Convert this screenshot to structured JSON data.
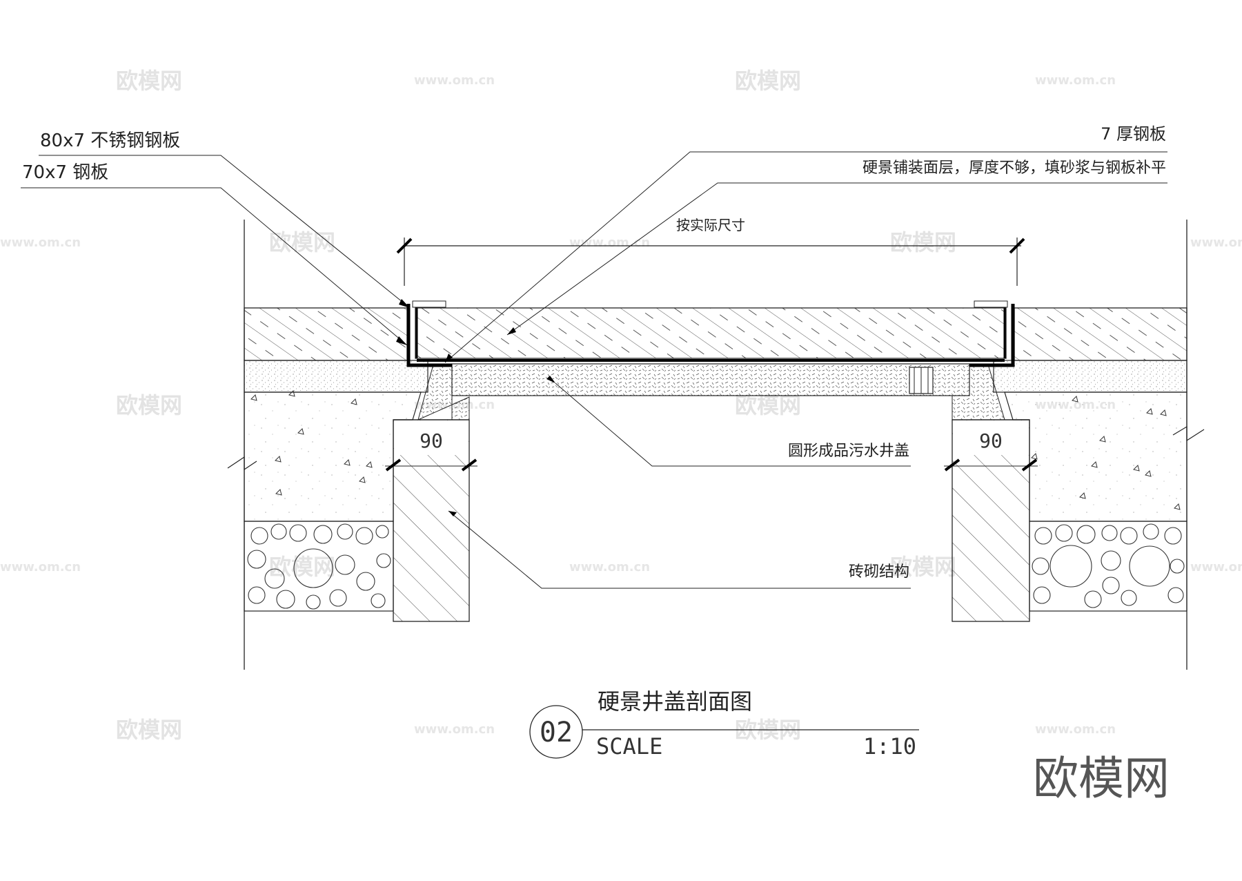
{
  "labels": {
    "stainless_plate": "80x7 不锈钢钢板",
    "steel_plate_70": "70x7 钢板",
    "steel_plate_7": "7 厚钢板",
    "paving_note": "硬景铺装面层，厚度不够，填砂浆与钢板补平",
    "dimension_actual": "按实际尺寸",
    "manhole_cover": "圆形成品污水井盖",
    "brick_structure": "砖砌结构",
    "wall_width_left": "90",
    "wall_width_right": "90"
  },
  "title_block": {
    "title": "硬景井盖剖面图",
    "number": "02",
    "scale_label": "SCALE",
    "scale_value": "1:10"
  },
  "watermark": {
    "brand": "欧模网",
    "url": "www.om.cn",
    "corner_logo": "欧模网"
  },
  "colors": {
    "line": "#000000",
    "text": "#222222",
    "watermark": "#e3e3e3"
  }
}
